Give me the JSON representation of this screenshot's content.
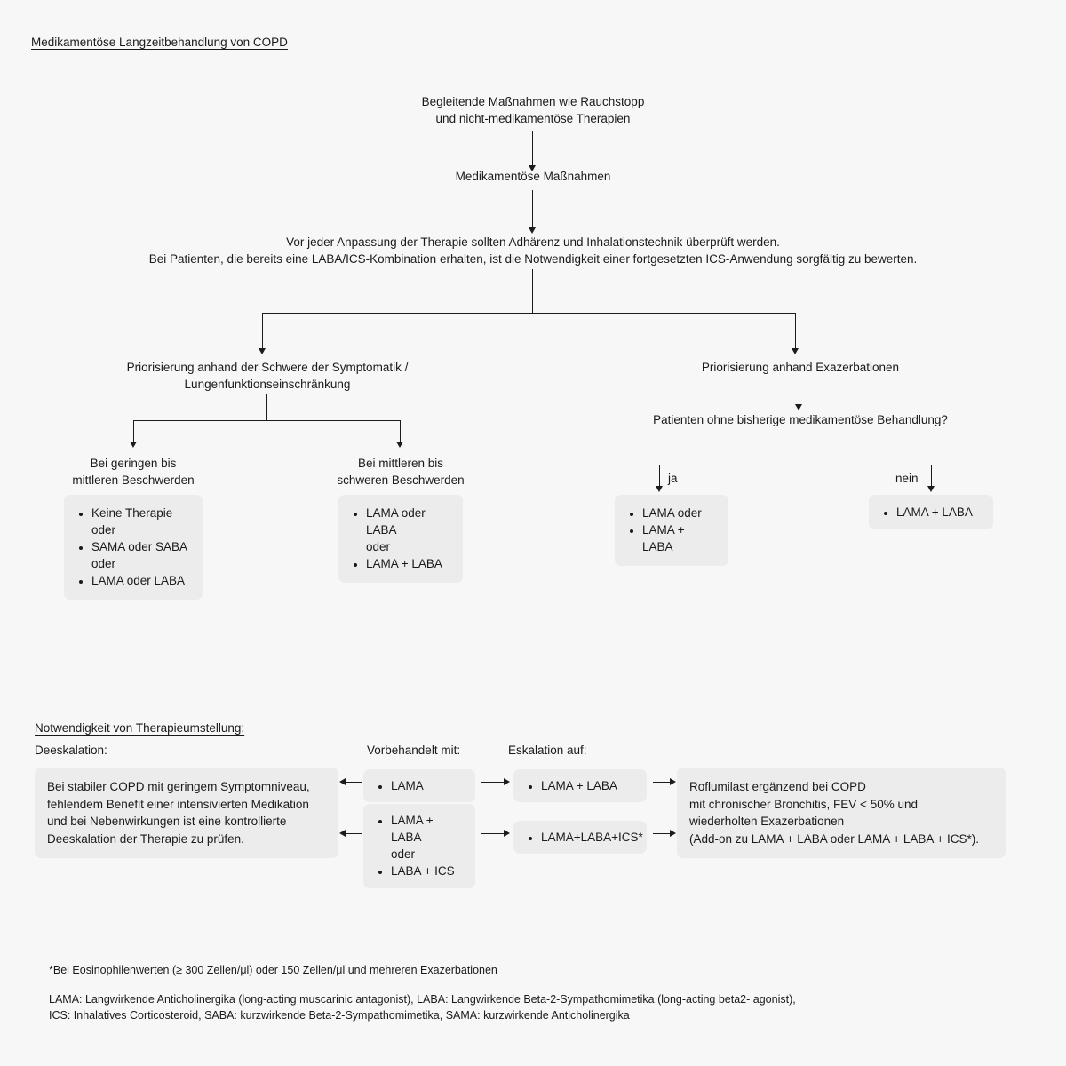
{
  "document": {
    "title": "Medikamentöse Langzeitbehandlung von COPD"
  },
  "flow": {
    "node_begleitende": "Begleitende Maßnahmen wie Rauchstopp\nund nicht-medikamentöse Therapien",
    "node_medikamentoese": "Medikamentöse Maßnahmen",
    "node_adhaerenz": "Vor jeder Anpassung der Therapie sollten Adhärenz und Inhalationstechnik überprüft werden.\nBei Patienten, die bereits eine LABA/ICS-Kombination erhalten, ist die Notwendigkeit einer fortgesetzten ICS-Anwendung sorgfältig zu bewerten.",
    "branch_left_heading": "Priorisierung anhand der Schwere der Symptomatik /\nLungenfunktionseinschränkung",
    "branch_right_heading": "Priorisierung anhand Exazerbationen",
    "right_question": "Patienten ohne bisherige medikamentöse Behandlung?",
    "label_ja": "ja",
    "label_nein": "nein",
    "left_sub1_heading": "Bei geringen bis\nmittleren Beschwerden",
    "left_sub1_items": [
      "Keine Therapie\noder",
      "SAMA oder SABA\noder",
      "LAMA oder LABA"
    ],
    "left_sub2_heading": "Bei mittleren bis\nschweren Beschwerden",
    "left_sub2_items": [
      "LAMA oder LABA\noder",
      "LAMA + LABA"
    ],
    "right_ja_items": [
      "LAMA oder",
      "LAMA + LABA"
    ],
    "right_nein_items": [
      "LAMA + LABA"
    ]
  },
  "therapy_change": {
    "section_title": "Notwendigkeit von Therapieumstellung:",
    "col_deeskalation": "Deeskalation:",
    "col_vorbehandelt": "Vorbehandelt mit:",
    "col_eskalation": "Eskalation auf:",
    "deeskalation_text": "Bei stabiler COPD mit geringem Symptomniveau,\nfehlendem Benefit einer intensivierten Medikation\nund bei Nebenwirkungen ist eine kontrollierte\nDeeskalation der Therapie zu prüfen.",
    "pretreated_row1_items": [
      "LAMA"
    ],
    "pretreated_row2_items": [
      "LAMA + LABA\noder",
      "LABA + ICS"
    ],
    "escalation_row1_items": [
      "LAMA + LABA"
    ],
    "escalation_row2_items": [
      "LAMA+LABA+ICS*"
    ],
    "roflumilast_text": "Roflumilast ergänzend bei COPD\nmit chronischer Bronchitis, FEV < 50% und\nwiederholten Exazerbationen\n(Add-on zu LAMA + LABA oder LAMA + LABA + ICS*)."
  },
  "footnotes": {
    "eosinophil": "*Bei Eosinophilenwerten (≥ 300 Zellen/μl) oder 150 Zellen/μl und mehreren Exazerbationen",
    "abbreviations": "LAMA: Langwirkende Anticholinergika (long-acting muscarinic antagonist), LABA: Langwirkende Beta-2-Sympathomimetika (long-acting beta2- agonist),\nICS: Inhalatives Corticosteroid, SABA: kurzwirkende Beta-2-Sympathomimetika, SAMA: kurzwirkende Anticholinergika"
  },
  "colors": {
    "background": "#f7f7f7",
    "box_fill": "#ececec",
    "line": "#1c1c1c",
    "text": "#1a1a1a"
  }
}
